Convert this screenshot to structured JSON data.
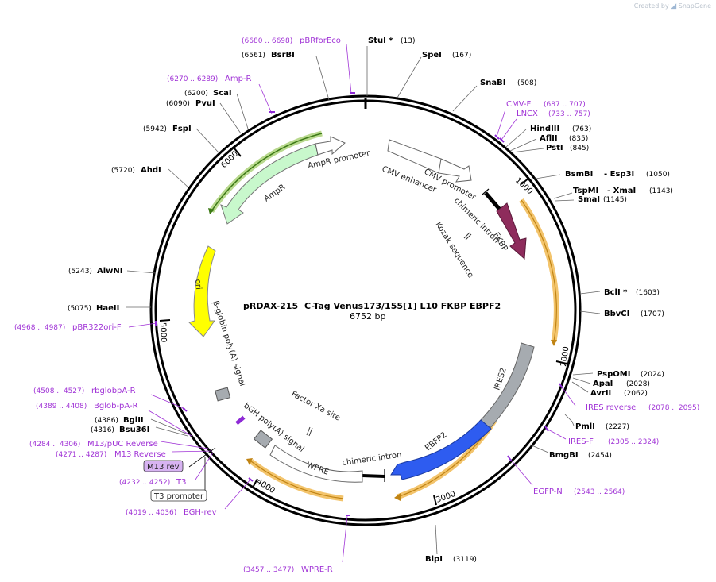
{
  "header": {
    "credit_prefix": "Created by",
    "credit_brand": "SnapGene"
  },
  "plasmid": {
    "name": "pRDAX-215",
    "description": "C-Tag Venus173/155[1] L10 FKBP EBPF2",
    "size_label": "6752 bp"
  },
  "ticks": [
    "1000",
    "2000",
    "3000",
    "4000",
    "5000",
    "6000"
  ],
  "sites": [
    {
      "name": "StuI *",
      "pos": "(13)"
    },
    {
      "name": "SpeI",
      "pos": "(167)"
    },
    {
      "name": "SnaBI",
      "pos": "(508)"
    },
    {
      "name": "HindIII",
      "pos": "(763)"
    },
    {
      "name": "AflII",
      "pos": "(835)"
    },
    {
      "name": "PstI",
      "pos": "(845)"
    },
    {
      "name": "BsmBI",
      "pos": "(1050)"
    },
    {
      "name": "- Esp3I",
      "pos": ""
    },
    {
      "name": "TspMI",
      "pos": "(1143)"
    },
    {
      "name": "- XmaI",
      "pos": ""
    },
    {
      "name": "SmaI",
      "pos": "(1145)"
    },
    {
      "name": "BclI *",
      "pos": "(1603)"
    },
    {
      "name": "BbvCI",
      "pos": "(1707)"
    },
    {
      "name": "PspOMI",
      "pos": "(2024)"
    },
    {
      "name": "ApaI",
      "pos": "(2028)"
    },
    {
      "name": "AvrII",
      "pos": "(2062)"
    },
    {
      "name": "PmlI",
      "pos": "(2227)"
    },
    {
      "name": "BmgBI",
      "pos": "(2454)"
    },
    {
      "name": "BlpI",
      "pos": "(3119)"
    },
    {
      "name": "BglII",
      "pos": "(4386)"
    },
    {
      "name": "Bsu36I",
      "pos": "(4316)"
    },
    {
      "name": "HaeII",
      "pos": "(5075)"
    },
    {
      "name": "AlwNI",
      "pos": "(5243)"
    },
    {
      "name": "AhdI",
      "pos": "(5720)"
    },
    {
      "name": "FspI",
      "pos": "(5942)"
    },
    {
      "name": "PvuI",
      "pos": "(6090)"
    },
    {
      "name": "ScaI",
      "pos": "(6200)"
    },
    {
      "name": "BsrBI",
      "pos": "(6561)"
    }
  ],
  "primers": [
    {
      "name": "pBRforEco",
      "range": "(6680 .. 6698)"
    },
    {
      "name": "Amp-R",
      "range": "(6270 .. 6289)"
    },
    {
      "name": "CMV-F",
      "range": "(687 .. 707)"
    },
    {
      "name": "LNCX",
      "range": "(733 .. 757)"
    },
    {
      "name": "IRES reverse",
      "range": "(2078 .. 2095)"
    },
    {
      "name": "IRES-F",
      "range": "(2305 .. 2324)"
    },
    {
      "name": "EGFP-N",
      "range": "(2543 .. 2564)"
    },
    {
      "name": "WPRE-R",
      "range": "(3457 .. 3477)"
    },
    {
      "name": "BGH-rev",
      "range": "(4019 .. 4036)"
    },
    {
      "name": "T3",
      "range": "(4232 .. 4252)"
    },
    {
      "name": "M13 Reverse",
      "range": "(4271 .. 4287)"
    },
    {
      "name": "M13/pUC Reverse",
      "range": "(4284 .. 4306)"
    },
    {
      "name": "Bglob-pA-R",
      "range": "(4389 .. 4408)"
    },
    {
      "name": "rbglobpA-R",
      "range": "(4508 .. 4527)"
    },
    {
      "name": "pBR322ori-F",
      "range": "(4968 .. 4987)"
    }
  ],
  "features": [
    {
      "name": "CMV enhancer"
    },
    {
      "name": "CMV promoter"
    },
    {
      "name": "chimeric intron"
    },
    {
      "name": "Kozak sequence"
    },
    {
      "name": "FKBP"
    },
    {
      "name": "IRES2"
    },
    {
      "name": "EBFP2"
    },
    {
      "name": "chimeric intron"
    },
    {
      "name": "WPRE"
    },
    {
      "name": "bGH poly(A) signal"
    },
    {
      "name": "Factor Xa site"
    },
    {
      "name": "β-globin poly(A) signal"
    },
    {
      "name": "ori"
    },
    {
      "name": "AmpR"
    },
    {
      "name": "AmpR promoter"
    }
  ],
  "boxed_labels": [
    {
      "name": "M13 rev"
    },
    {
      "name": "T3 promoter"
    }
  ],
  "colors": {
    "backbone": "#000000",
    "primer": "#a033d6",
    "orf_highlight": "#f3c46c",
    "fkbp": "#8e2c5c",
    "ebfp2": "#2e5cf0",
    "ires": "#a6abb0",
    "ori": "#ffff00",
    "ampr": "#c8f8cc",
    "ampr_highlight": "#6ea832",
    "boxed_primer": "#d7b3f2"
  }
}
